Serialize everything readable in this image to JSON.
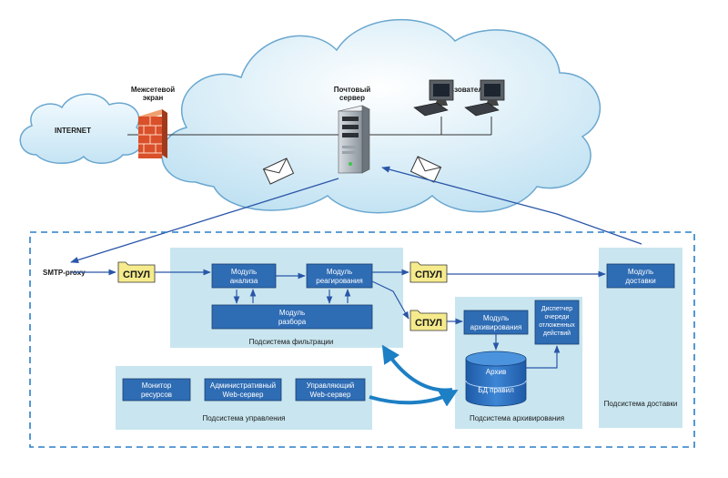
{
  "internet": {
    "label": "INTERNET"
  },
  "firewall": {
    "line1": "Межсетевой",
    "line2": "экран"
  },
  "mail_server": {
    "line1": "Почтовый",
    "line2": "сервер"
  },
  "users": {
    "label": "Пользователи"
  },
  "smtp_proxy": {
    "label": "SMTP-proxy"
  },
  "spools": {
    "spool1": "СПУЛ",
    "spool2": "СПУЛ",
    "spool3": "СПУЛ"
  },
  "filtering": {
    "title": "Подсистема фильтрации",
    "analysis": {
      "line1": "Модуль",
      "line2": "анализа"
    },
    "reaction": {
      "line1": "Модуль",
      "line2": "реагирования"
    },
    "parsing": {
      "line1": "Модуль",
      "line2": "разбора"
    }
  },
  "delivery": {
    "title": "Подсистема доставки",
    "module": {
      "line1": "Модуль",
      "line2": "доставки"
    }
  },
  "archiving": {
    "title": "Подсистема архивирования",
    "module": {
      "line1": "Модуль",
      "line2": "архивирования"
    },
    "dispatcher": {
      "line1": "Диспетчер",
      "line2": "очереди",
      "line3": "отложенных",
      "line4": "действий"
    },
    "db": {
      "line1": "Архив",
      "line2": "БД правил"
    }
  },
  "management": {
    "title": "Подсистема управления",
    "monitor": {
      "line1": "Монитор",
      "line2": "ресурсов"
    },
    "admin": {
      "line1": "Административный",
      "line2": "Web-сервер"
    },
    "control": {
      "line1": "Управляющий",
      "line2": "Web-сервер"
    }
  },
  "colors": {
    "module": "#2e6cb4",
    "subsystem": "#c9e6f0",
    "arrow": "#2a56a8",
    "spool": "#f6eb8c"
  }
}
